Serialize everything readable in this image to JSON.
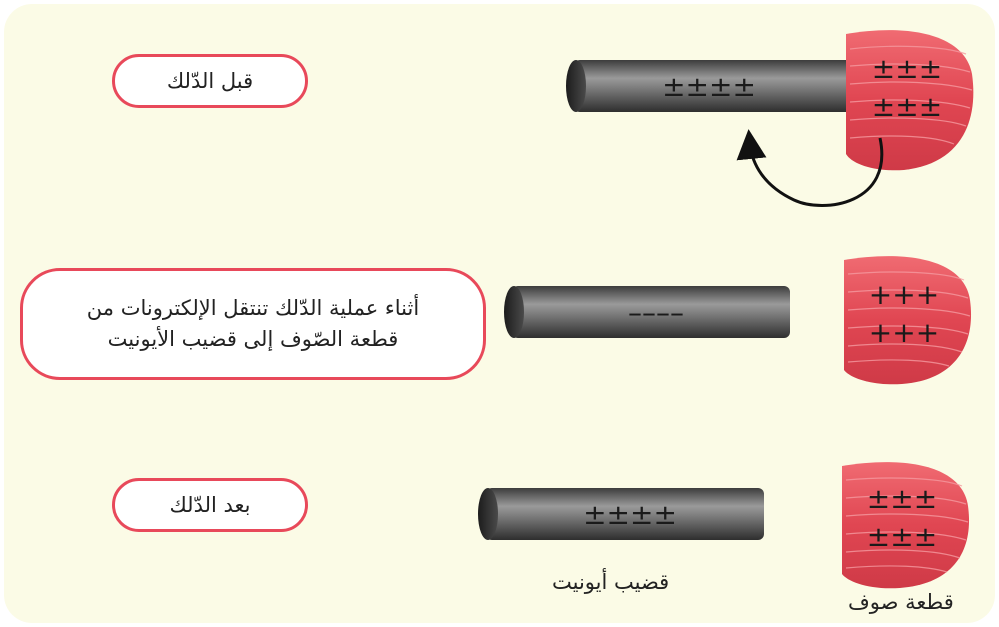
{
  "labels": {
    "before": "قبل الدّلك",
    "during_line1": "أثناء عملية الدّلك تنتقل الإلكترونات من",
    "during_line2": "قطعة الصّوف إلى قضيب الأيونيت",
    "after": "بعد الدّلك",
    "rod_caption": "قضيب أيونيت",
    "wool_caption": "قطعة صوف"
  },
  "rod_charges": {
    "before": "±±±±",
    "during": "––––",
    "after": "±±±±"
  },
  "wool_charges": {
    "before_row1": "±±±",
    "before_row2": "±±±",
    "during_row1": "+++",
    "during_row2": "+++",
    "after_row1": "±±±",
    "after_row2": "±±±"
  },
  "colors": {
    "panel": "#fbfbe6",
    "pill_border": "#e8495a",
    "wool": "#e64a55",
    "rod": "#5a5a5a",
    "arrow": "#111111"
  }
}
